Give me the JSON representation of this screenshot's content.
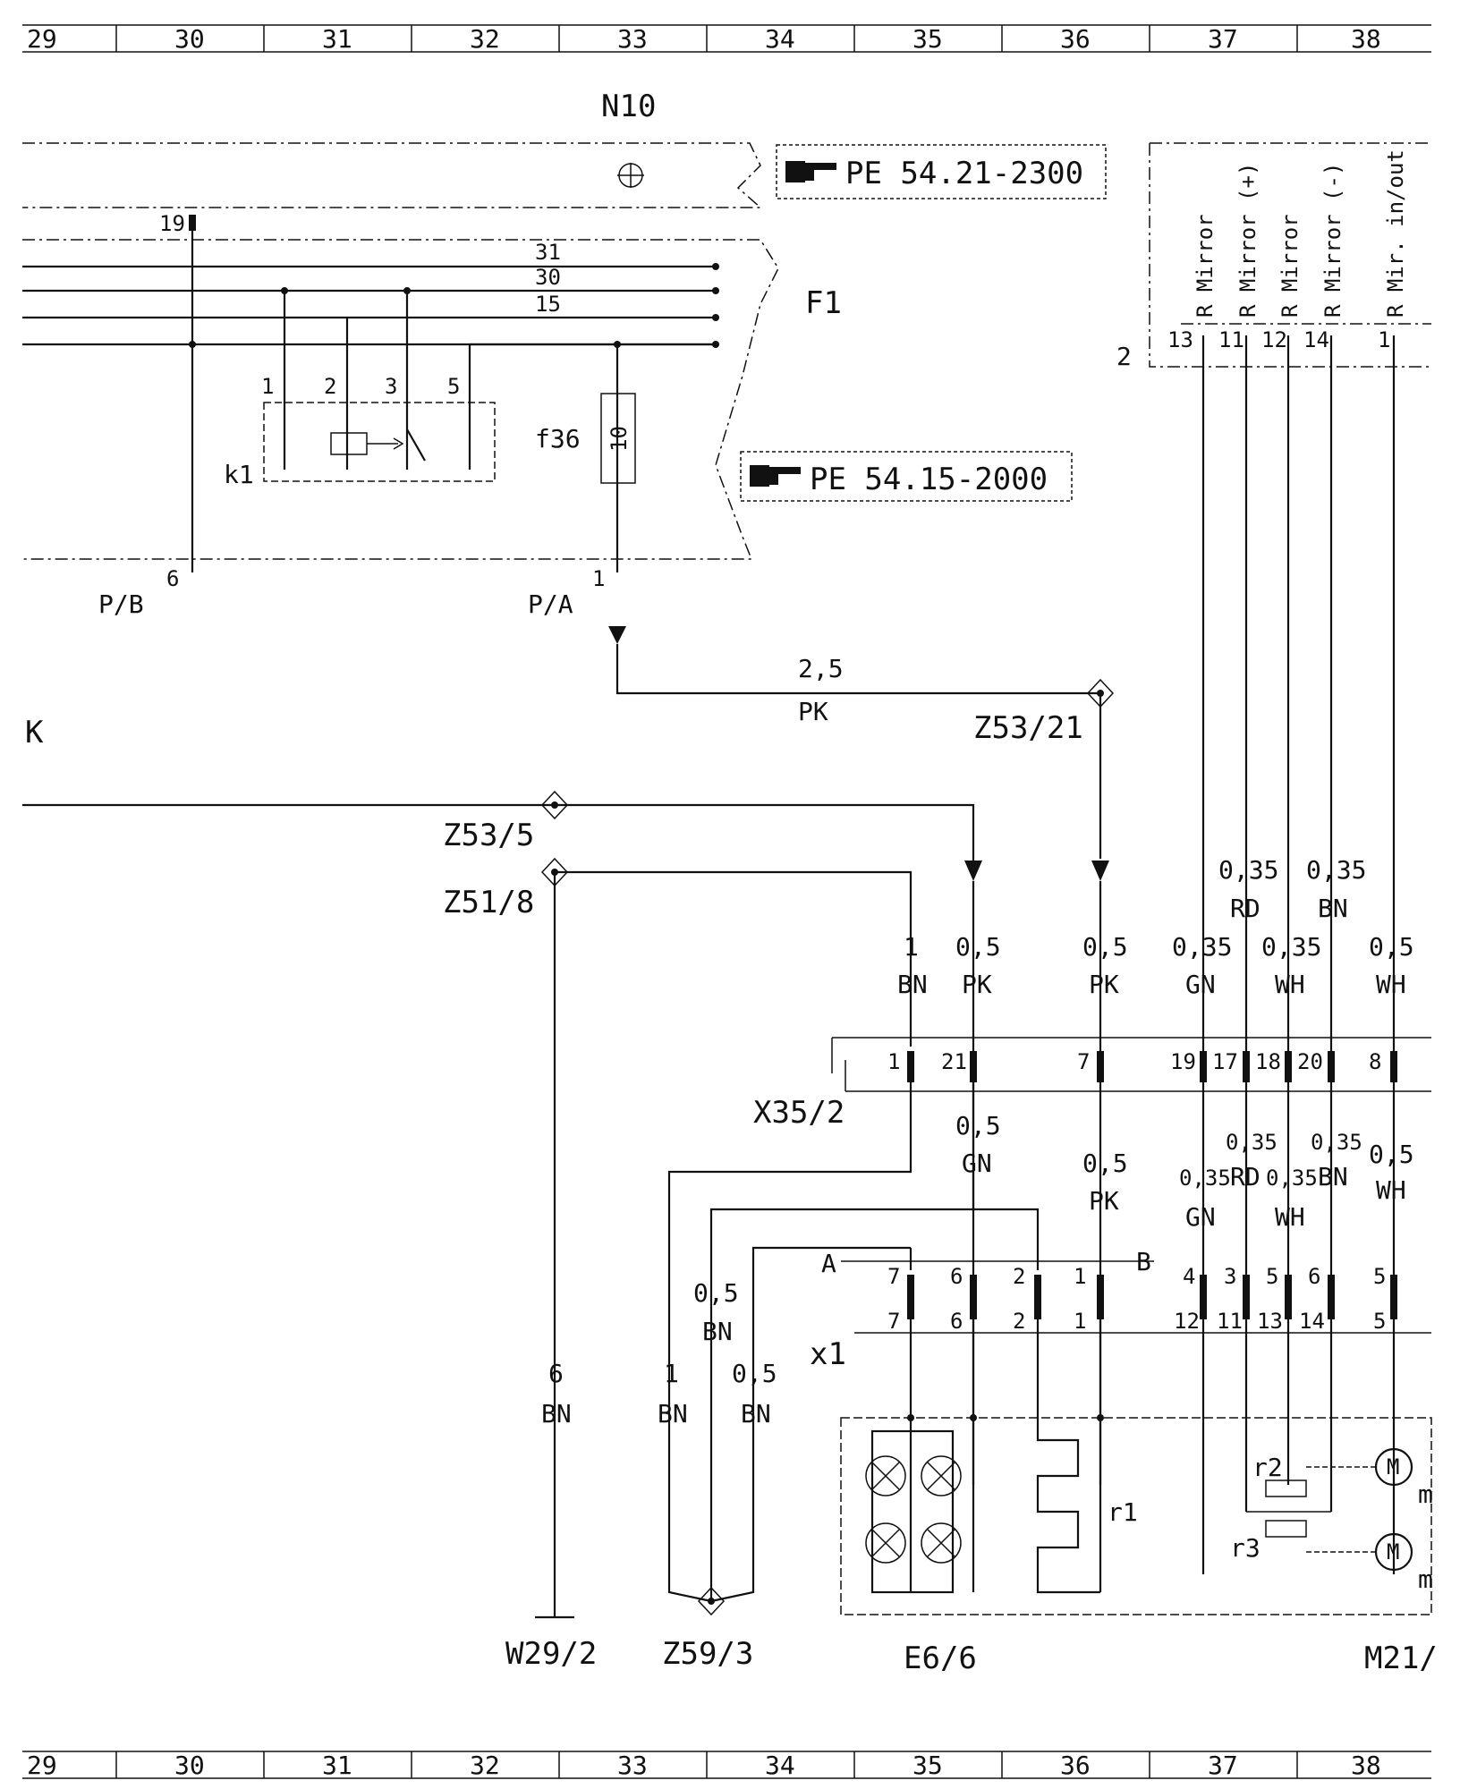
{
  "grid": {
    "columns": [
      "29",
      "30",
      "31",
      "32",
      "33",
      "34",
      "35",
      "36",
      "37",
      "38"
    ]
  },
  "components": {
    "n10": "N10",
    "f1": "F1",
    "k1": "k1",
    "f36": "f36",
    "f36_rating": "10",
    "pb": "P/B",
    "pa": "P/A",
    "k": "K",
    "x35": "X35/2",
    "x1": "x1",
    "e6": "E6/6",
    "m21": "M21/",
    "w29": "W29/2",
    "z59": "Z59/3",
    "z53_21": "Z53/21",
    "z53_5": "Z53/5",
    "z51_8": "Z51/8",
    "r1": "r1",
    "r2": "r2",
    "r3": "r3",
    "node2": "2",
    "conn_a": "A",
    "conn_b": "B",
    "m_top": "m",
    "m_bot": "m",
    "motor": "M"
  },
  "refs": {
    "pe1": "PE 54.21-2300",
    "pe2": "PE 54.15-2000"
  },
  "bus": {
    "l31": "31",
    "l30": "30",
    "l15": "15"
  },
  "pins": {
    "p19": "19",
    "p6": "6",
    "p1": "1",
    "k1p1": "1",
    "k1p2": "2",
    "k1p3": "3",
    "k1p5": "5",
    "n13": "13",
    "n11": "11",
    "n12": "12",
    "n14": "14",
    "n1": "1",
    "x35_1": "1",
    "x35_21": "21",
    "x35_7": "7",
    "x35_19": "19",
    "x35_17": "17",
    "x35_18": "18",
    "x35_20": "20",
    "x35_8": "8",
    "a7": "7",
    "a6": "6",
    "a2": "2",
    "a1": "1",
    "a7b": "7",
    "a6b": "6",
    "a2b": "2",
    "a1b": "1",
    "b4": "4",
    "b3": "3",
    "b5": "5",
    "b6": "6",
    "b12": "12",
    "b11": "11",
    "b13": "13",
    "b14": "14",
    "c5": "5",
    "c5b": "5"
  },
  "module_labels": {
    "m1": "R Mirror",
    "m2": "R Mirror (+)",
    "m3": "R Mirror",
    "m4": "R Mirror (-)",
    "m5": "R Mir. in/out"
  },
  "wires": {
    "w_25": "2,5",
    "w_pk1": "PK",
    "w_1": "1",
    "w_bn1": "BN",
    "w_05a": "0,5",
    "w_pk2": "PK",
    "w_05b": "0,5",
    "w_pk3": "PK",
    "w_035a": "0,35",
    "w_gn1": "GN",
    "w_035b": "0,35",
    "w_rd1": "RD",
    "w_035c": "0,35",
    "w_wh1": "WH",
    "w_035d": "0,35",
    "w_bn2": "BN",
    "w_05c": "0,5",
    "w_wh2": "WH",
    "w_05d": "0,5",
    "w_gn2": "GN",
    "w_05e": "0,5",
    "w_pk4": "PK",
    "w_035e": "0,35",
    "w_gn3": "GN",
    "w_035f": "0,35",
    "w_rd2": "RD",
    "w_035g": "0,35",
    "w_wh3": "WH",
    "w_035h": "0,35",
    "w_bn3": "BN",
    "w_05f": "0,5",
    "w_wh4": "WH",
    "w_05g": "0,5",
    "w_bn4": "BN",
    "w_6": "6",
    "w_bn5": "BN",
    "w_1b": "1",
    "w_bn6": "BN",
    "w_05h": "0,5",
    "w_bn7": "BN"
  }
}
